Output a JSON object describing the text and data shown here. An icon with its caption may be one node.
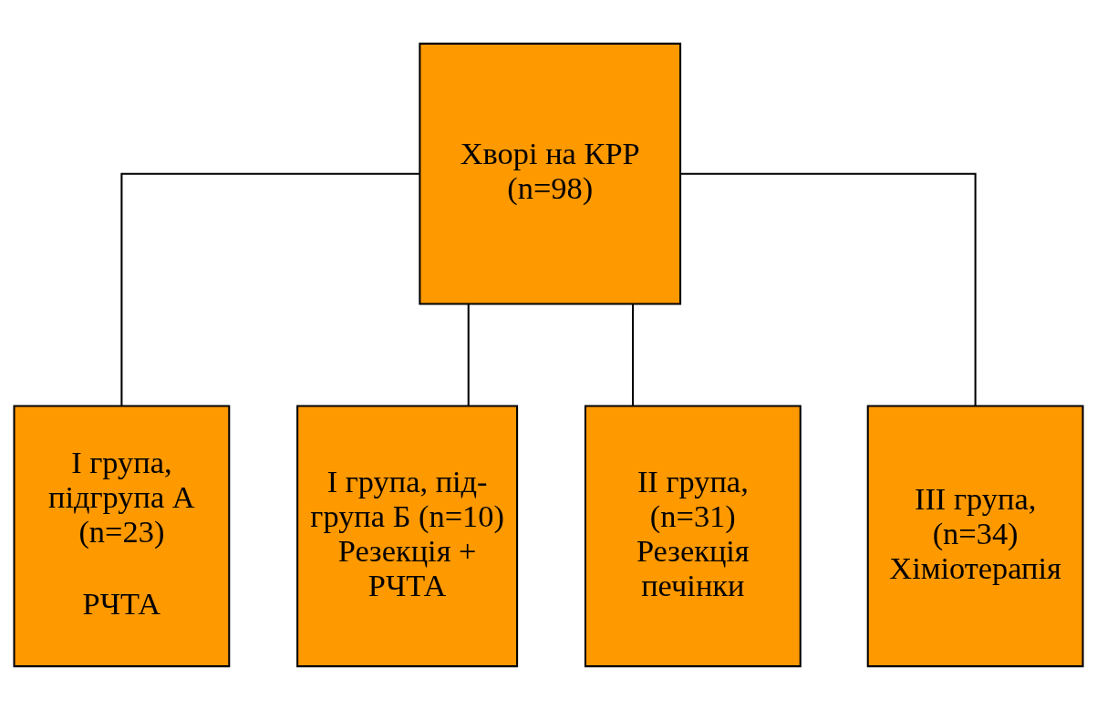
{
  "diagram": {
    "nodes": [
      {
        "text": [
          "Хворі на КРР (n=98)"
        ]
      },
      {
        "text": [
          "І група, підгрупа А (n=23)",
          "РЧТА"
        ]
      },
      {
        "text": [
          "І група, під-група Б (n=10) Резекція + РЧТА"
        ]
      },
      {
        "text": [
          "ІІ група, (n=31) Резекція печінки"
        ]
      },
      {
        "text": [
          "ІІІ група, (n=34) Хіміотерапія"
        ]
      }
    ],
    "edges": [
      {
        "from": 0,
        "to": 1,
        "arrow": "none"
      },
      {
        "from": 0,
        "to": 2,
        "arrow": "none"
      },
      {
        "from": 0,
        "to": 3,
        "arrow": "none"
      },
      {
        "from": 0,
        "to": 4,
        "arrow": "none"
      }
    ]
  }
}
